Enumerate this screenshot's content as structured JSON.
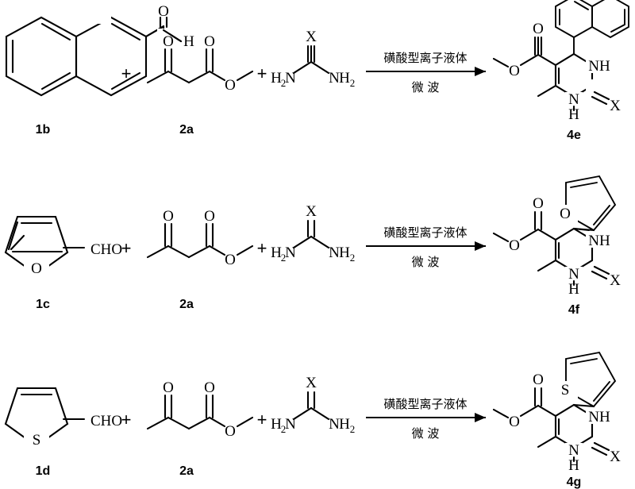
{
  "document": {
    "type": "chemical-reaction-scheme",
    "title": "Biginelli reaction scheme — sulfonic acid ionic liquid, microwave",
    "row_count": 3
  },
  "conditions": {
    "above_arrow": "磺酸型离子液体",
    "below_arrow": "微  波",
    "above_arrow_translation": "sulfonic acid-type ionic liquid",
    "below_arrow_translation": "microwave"
  },
  "symbols": {
    "plus": "+",
    "substituent_X": "X",
    "oxygen": "O",
    "sulfur": "S",
    "nitrogen": "N",
    "hydrogen": "H",
    "nh_group": "NH",
    "cho_group": "CHO",
    "h2n_group": "H",
    "h2n_sub": "2",
    "h2n_n": "N",
    "nh2_n": "N",
    "nh2_h": "H",
    "nh2_sub": "2"
  },
  "rows": [
    {
      "id": "row-1",
      "aldehyde": {
        "label": "1b",
        "name": "2-naphthaldehyde",
        "ring": "naphthalene",
        "aldehyde_atoms": [
          "O",
          "H"
        ]
      },
      "ketoester": {
        "label": "2a",
        "name": "methyl acetoacetate",
        "atoms": [
          "O",
          "O",
          "O"
        ]
      },
      "urea": {
        "name": "urea / thiourea",
        "center_atom": "X",
        "left_group": "H2N",
        "right_group": "NH2"
      },
      "product": {
        "label": "4e",
        "name": "methyl 6-methyl-4-(naphthalen-1-yl)-2-X-1,2,3,4-tetrahydropyrimidine-5-carboxylate",
        "aryl": "naphthalen-1-yl",
        "atoms": [
          "O",
          "O",
          "NH",
          "N",
          "H",
          "X"
        ]
      }
    },
    {
      "id": "row-2",
      "aldehyde": {
        "label": "1c",
        "name": "furfural",
        "ring": "furan",
        "ring_heteroatom": "O",
        "aldehyde_text": "CHO"
      },
      "ketoester": {
        "label": "2a",
        "name": "methyl acetoacetate",
        "atoms": [
          "O",
          "O",
          "O"
        ]
      },
      "urea": {
        "name": "urea / thiourea",
        "center_atom": "X",
        "left_group": "H2N",
        "right_group": "NH2"
      },
      "product": {
        "label": "4f",
        "name": "methyl 4-(furan-2-yl)-6-methyl-2-X-1,2,3,4-tetrahydropyrimidine-5-carboxylate",
        "aryl": "furan-2-yl",
        "ring_heteroatom": "O",
        "atoms": [
          "O",
          "O",
          "NH",
          "N",
          "H",
          "X"
        ]
      }
    },
    {
      "id": "row-3",
      "aldehyde": {
        "label": "1d",
        "name": "thiophene-2-carbaldehyde",
        "ring": "thiophene",
        "ring_heteroatom": "S",
        "aldehyde_text": "CHO"
      },
      "ketoester": {
        "label": "2a",
        "name": "methyl acetoacetate",
        "atoms": [
          "O",
          "O",
          "O"
        ]
      },
      "urea": {
        "name": "urea / thiourea",
        "center_atom": "X",
        "left_group": "H2N",
        "right_group": "NH2"
      },
      "product": {
        "label": "4g",
        "name": "methyl 6-methyl-2-X-4-(thiophen-2-yl)-1,2,3,4-tetrahydropyrimidine-5-carboxylate",
        "aryl": "thiophen-2-yl",
        "ring_heteroatom": "S",
        "atoms": [
          "O",
          "O",
          "NH",
          "N",
          "H",
          "X"
        ]
      }
    }
  ],
  "colors": {
    "background": "#ffffff",
    "ink": "#000000"
  }
}
